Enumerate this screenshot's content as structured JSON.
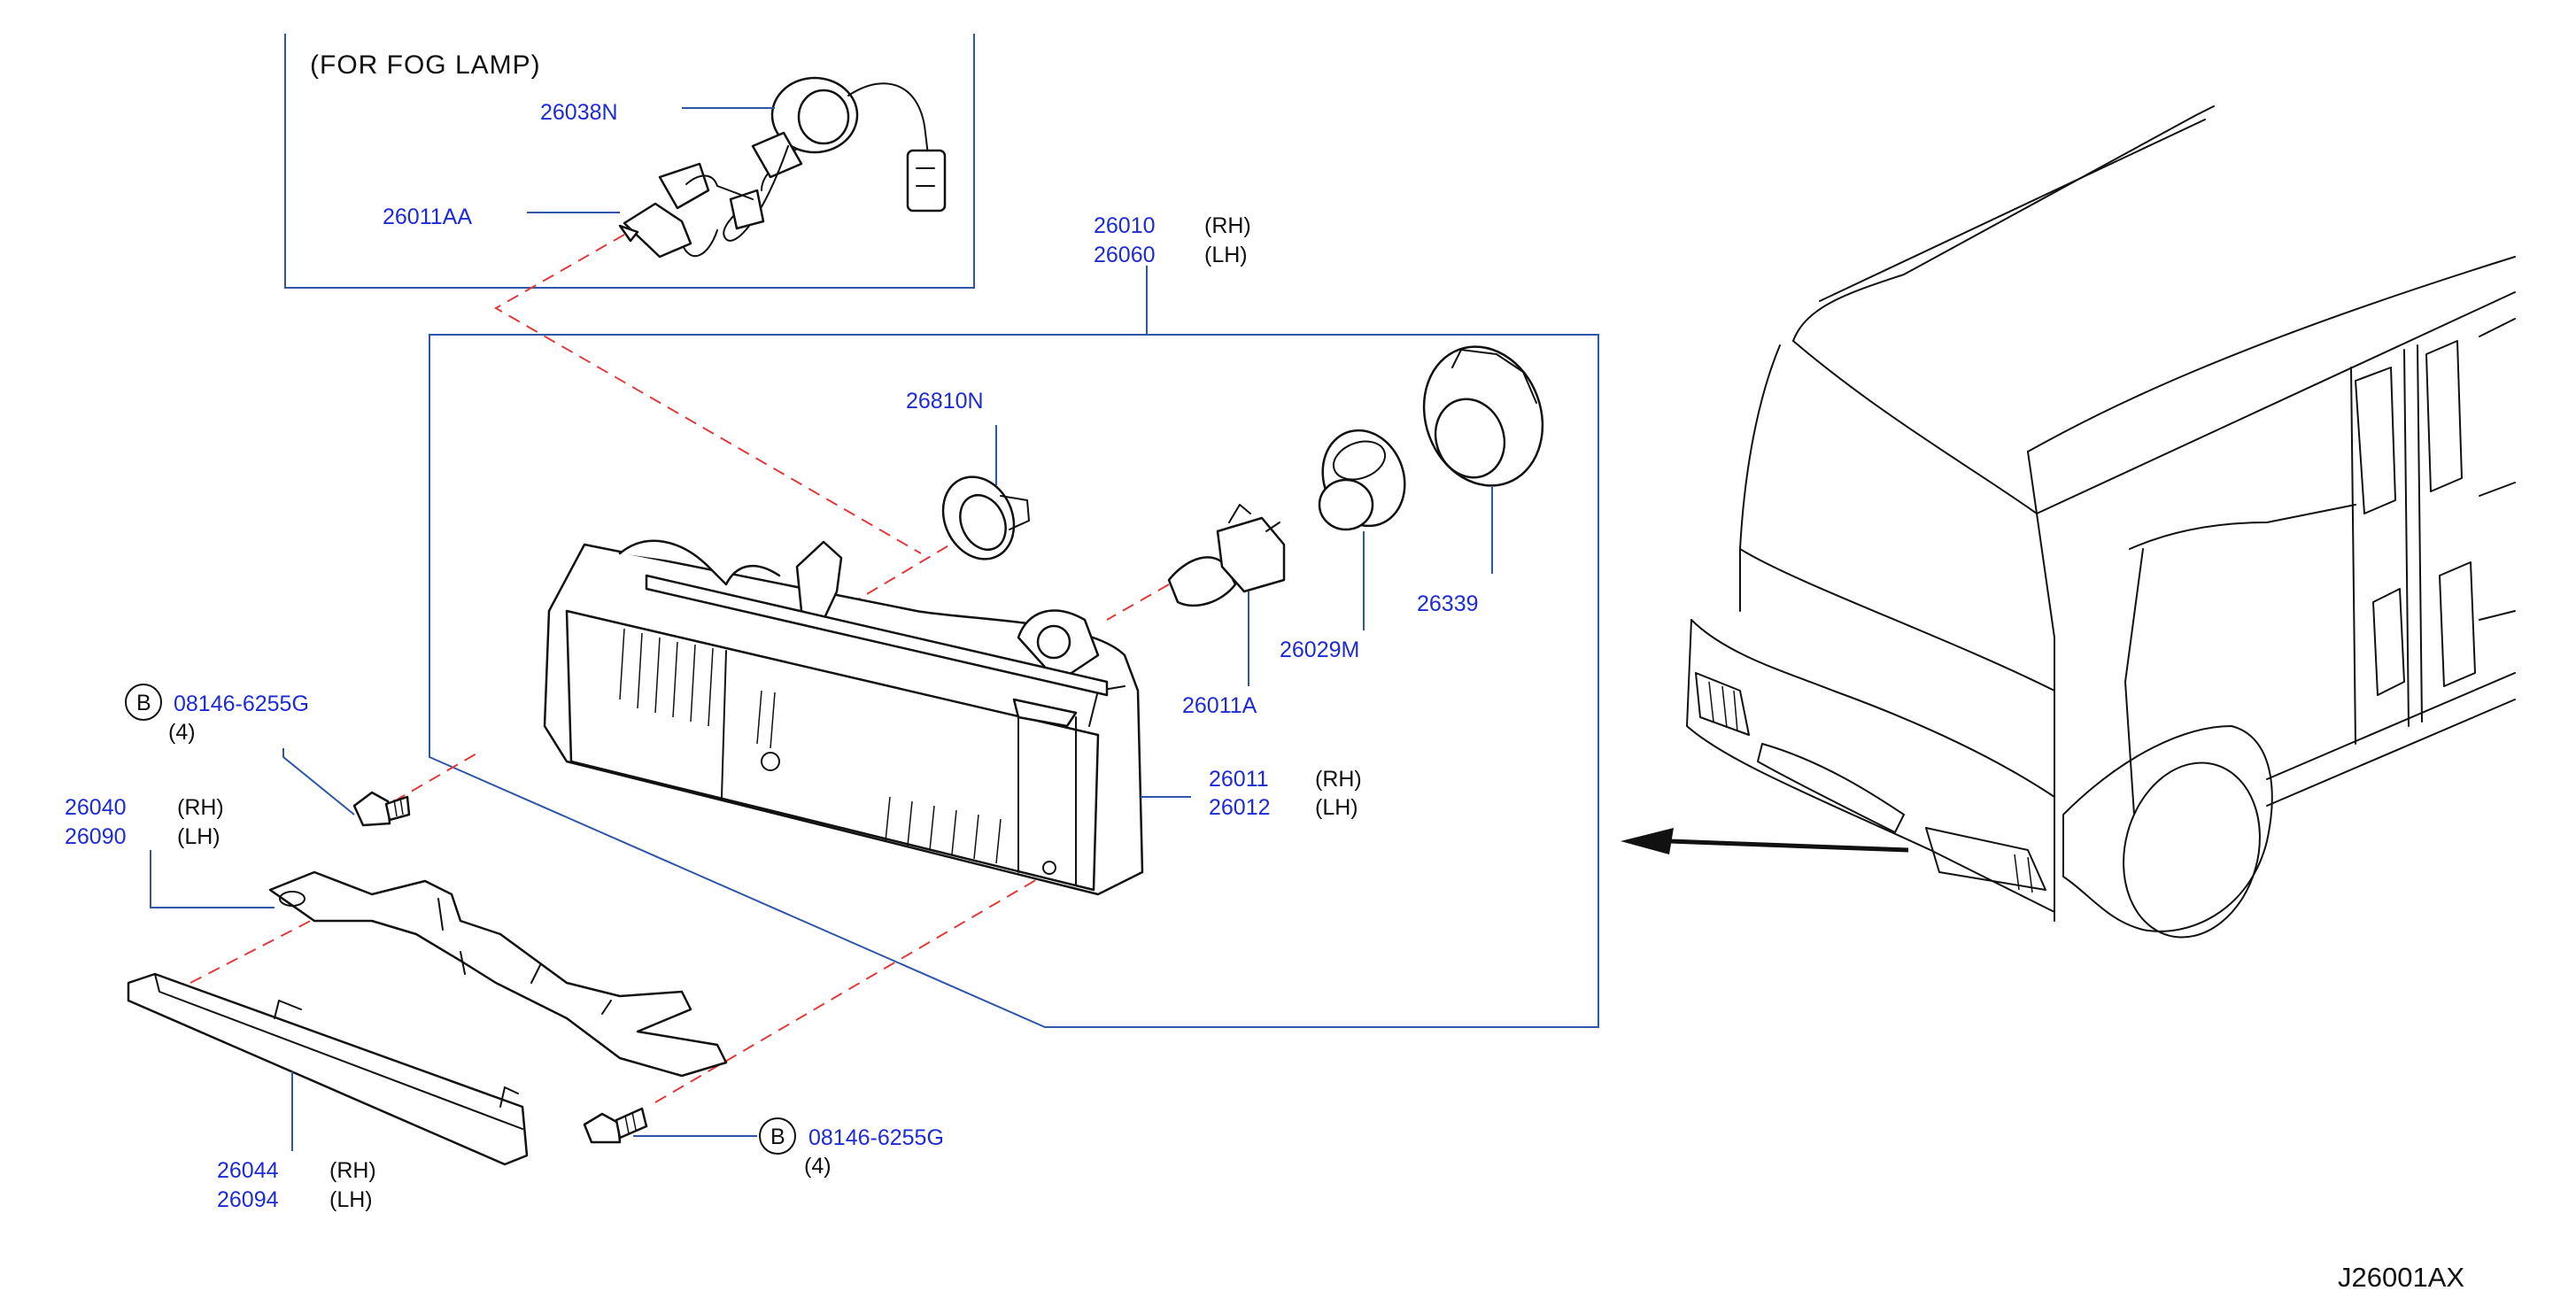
{
  "fog_lamp_box": {
    "title": "(FOR  FOG  LAMP)",
    "parts": [
      {
        "number": "26038N"
      },
      {
        "number": "26011AA"
      }
    ]
  },
  "callouts": [
    {
      "number": "26010",
      "side": "(RH)"
    },
    {
      "number": "26060",
      "side": "(LH)"
    },
    {
      "number": "26810N",
      "side": ""
    },
    {
      "number": "26339",
      "side": ""
    },
    {
      "number": "26029M",
      "side": ""
    },
    {
      "number": "26011A",
      "side": ""
    },
    {
      "number": "26011",
      "side": "(RH)"
    },
    {
      "number": "26012",
      "side": "(LH)"
    },
    {
      "number": "26040",
      "side": "(RH)"
    },
    {
      "number": "26090",
      "side": "(LH)"
    },
    {
      "number": "26044",
      "side": "(RH)"
    },
    {
      "number": "26094",
      "side": "(LH)"
    }
  ],
  "bolts": [
    {
      "badge": "B",
      "number": "08146-6255G",
      "qty": "(4)"
    },
    {
      "badge": "B",
      "number": "08146-6255G",
      "qty": "(4)"
    }
  ],
  "diagram_code": "J26001AX",
  "colors": {
    "part_number": "#1d2bd6",
    "leader_line": "#2d56a8",
    "mating_dash": "#e23a3a",
    "outline": "#111111"
  }
}
